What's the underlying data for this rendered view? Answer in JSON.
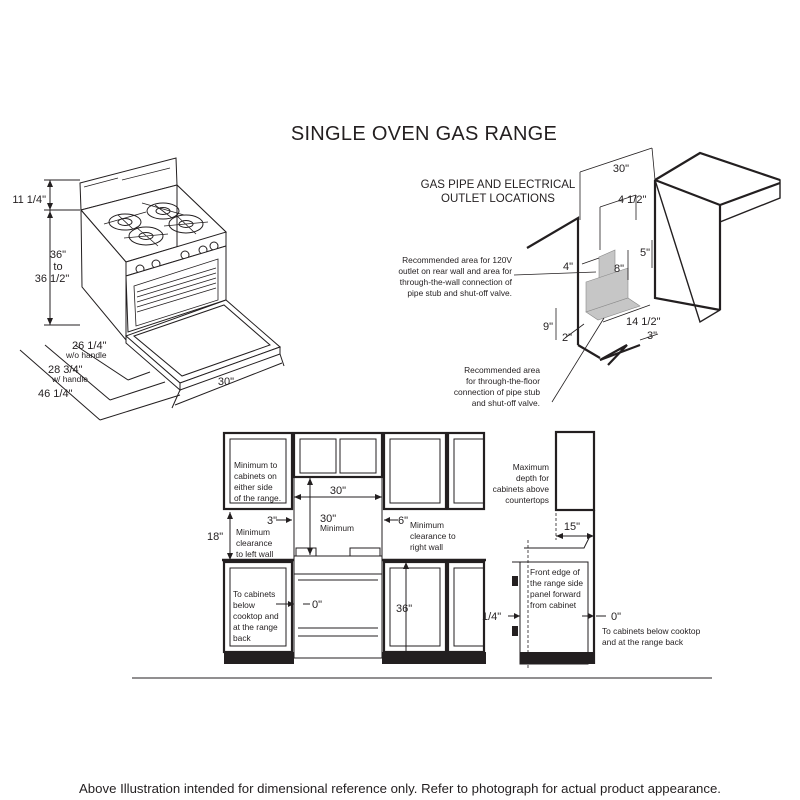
{
  "title": "SINGLE OVEN GAS RANGE",
  "gas_section": {
    "title_lines": [
      "GAS PIPE AND ELECTRICAL",
      "OUTLET LOCATIONS"
    ],
    "dims": {
      "width": "30\"",
      "pipe_offset": "4 1/2\"",
      "box_width": "4\"",
      "box_height": "8\"",
      "top_offset": "5\"",
      "bottom_height": "9\"",
      "floor_depth": "14 1/2\"",
      "side_offset": "3\"",
      "floor_width": "2\""
    },
    "note_wall": [
      "Recommended area for 120V",
      "outlet on rear wall and area for",
      "through-the-wall connection of",
      "pipe stub and shut-off valve."
    ],
    "note_floor": [
      "Recommended area",
      "for through-the-floor",
      "connection of pipe stub",
      "and shut-off valve."
    ]
  },
  "range_dims": {
    "backguard": "11 1/4\"",
    "height_lines": [
      "36\"",
      "to",
      "36 1/2\""
    ],
    "depth_no_handle": "26 1/4\"",
    "depth_no_handle_note": "w/o handle",
    "depth_handle": "28 3/4\"",
    "depth_handle_note": "w/ handle",
    "depth_door_open": "46 1/4\"",
    "width": "30\""
  },
  "front_view": {
    "note_cabinets": [
      "Minimum to",
      "cabinets on",
      "either side",
      "of the range."
    ],
    "overhead_width": "30\"",
    "left_clearance": "3\"",
    "right_clearance": "6\"",
    "overhead_clearance": "30\"",
    "overhead_clearance_note": "Minimum",
    "upper_height": "18\"",
    "note_left_wall": [
      "Minimum",
      "clearance",
      "to left wall"
    ],
    "note_right_wall": [
      "Minimum",
      "clearance to",
      "right wall"
    ],
    "cooktop_clearance": "0\"",
    "note_cooktop": [
      "To cabinets",
      "below",
      "cooktop and",
      "at the range",
      "back"
    ],
    "counter_height": "36\""
  },
  "side_view": {
    "note_depth": [
      "Maximum",
      "depth for",
      "cabinets above",
      "countertops"
    ],
    "upper_depth": "15\"",
    "note_front_edge": [
      "Front edge of",
      "the range side",
      "panel forward",
      "from cabinet"
    ],
    "forward_offset": "1/4\"",
    "rear_clearance": "0\"",
    "note_rear": [
      "To cabinets below cooktop",
      "and at the range back"
    ]
  },
  "footer": "Above Illustration intended for dimensional reference only. Refer to photograph for actual product appearance."
}
